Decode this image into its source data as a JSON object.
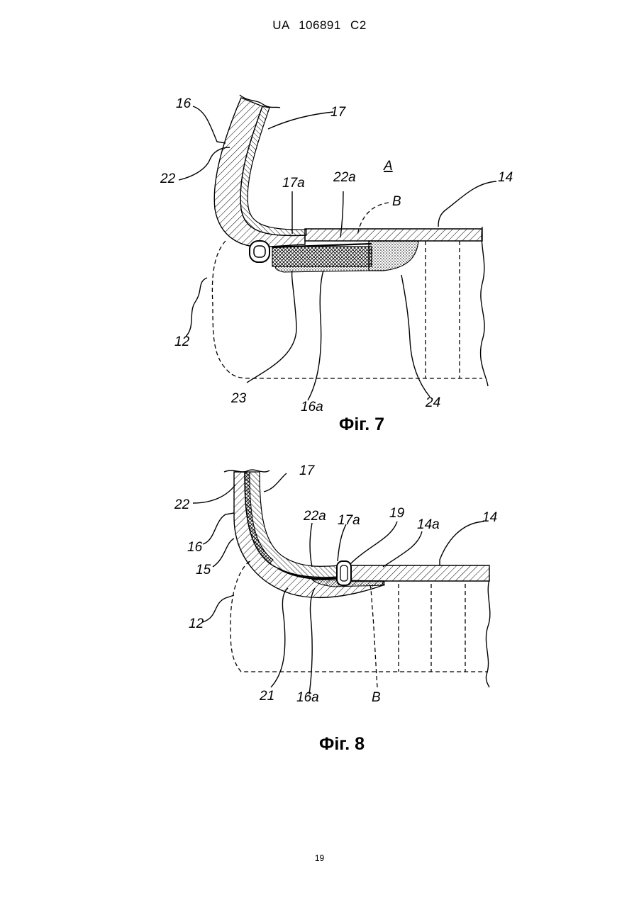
{
  "header": {
    "text": "UA   106891   C2"
  },
  "page_number": "19",
  "figure7": {
    "caption": "Фіг. 7",
    "labels": {
      "l16": "16",
      "l17": "17",
      "l22": "22",
      "lA": "A",
      "l17a": "17a",
      "l22a": "22a",
      "lB": "B",
      "l14": "14",
      "l12": "12",
      "l23": "23",
      "l16a": "16a",
      "l24": "24"
    }
  },
  "figure8": {
    "caption": "Фіг. 8",
    "labels": {
      "l17": "17",
      "l22": "22",
      "l22a": "22a",
      "l17a": "17a",
      "l19": "19",
      "l14a": "14a",
      "l14": "14",
      "l16": "16",
      "l15": "15",
      "l12": "12",
      "l21": "21",
      "l16a": "16a",
      "lB": "B"
    }
  }
}
